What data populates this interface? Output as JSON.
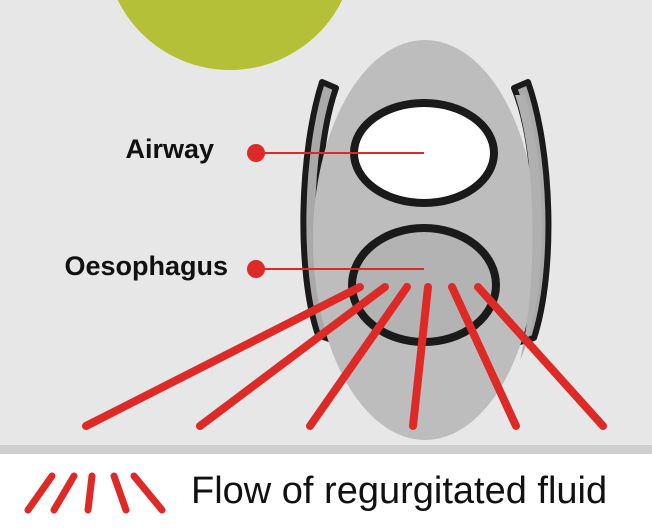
{
  "labels": {
    "airway": "Airway",
    "oesophagus": "Oesophagus"
  },
  "legend": {
    "text": "Flow of regurgitated fluid",
    "icon": "red-flow-lines-icon"
  },
  "colors": {
    "background": "#e7e7e7",
    "lime_circle": "#b3c038",
    "larynx_body": "#bdbdbd",
    "side_wall": "#a9a9a9",
    "outline": "#1a1a1a",
    "flow_red": "#dd2a27",
    "airway_fill": "#ffffff",
    "oesophagus_fill": "#b3b3b3"
  }
}
